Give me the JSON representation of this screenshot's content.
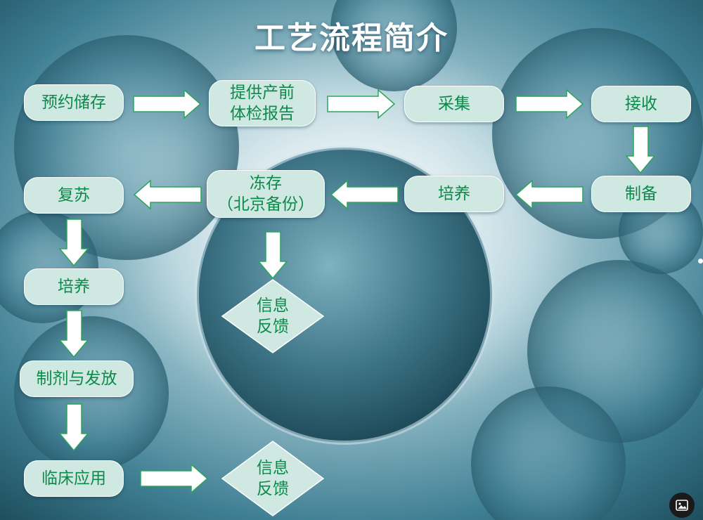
{
  "title": "工艺流程简介",
  "nodes": {
    "yuyue": "预约储存",
    "tigong_1": "提供产前",
    "tigong_2": "体检报告",
    "caiji": "采集",
    "jieshou": "接收",
    "zhibei": "制备",
    "peiyang_top": "培养",
    "dongcun_1": "冻存",
    "dongcun_2": "（北京备份）",
    "fusu": "复苏",
    "peiyang_left": "培养",
    "zhiji": "制剂与发放",
    "linchuang": "临床应用"
  },
  "diamonds": {
    "feedback_mid_1": "信息",
    "feedback_mid_2": "反馈",
    "feedback_bottom_1": "信息",
    "feedback_bottom_2": "反馈"
  },
  "icons": {
    "image_button": "image-icon"
  },
  "colors": {
    "node_fill": "#cfe8e2",
    "node_text": "#0b8a4a",
    "arrow_outline": "#2ba55c",
    "title": "#ffffff"
  }
}
